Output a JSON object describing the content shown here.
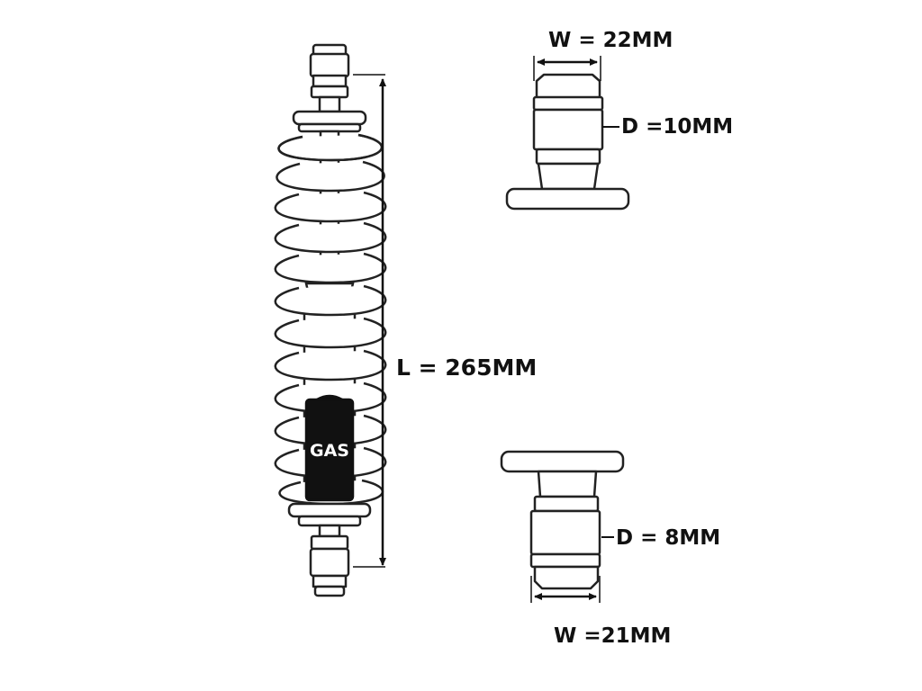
{
  "shock": {
    "length_label": "L = 265MM",
    "badge_label": "GAS"
  },
  "top_mount": {
    "width_label": "W = 22MM",
    "diameter_label": "D =10MM"
  },
  "bottom_mount": {
    "diameter_label": "D = 8MM",
    "width_label": "W =21MM"
  },
  "colors": {
    "outline": "#222222",
    "fill": "#ffffff",
    "badge": "#111111",
    "badge_text": "#ffffff"
  }
}
